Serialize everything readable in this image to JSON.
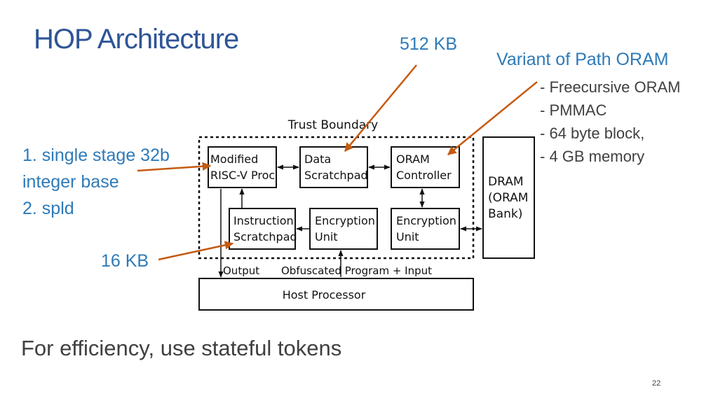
{
  "slide": {
    "title": "HOP Architecture",
    "page_number": "22",
    "footer_text": "For efficiency, use stateful tokens"
  },
  "annotations": {
    "dram_size": "512 KB",
    "instruction_size": "16 KB",
    "processor_notes": [
      "1. single stage 32b",
      "integer base",
      "2. spld"
    ],
    "oram_variant": "Variant of Path ORAM",
    "oram_details": [
      "- Freecursive ORAM",
      "- PMMAC",
      "- 64 byte block,",
      "- 4 GB memory"
    ]
  },
  "diagram": {
    "trust_boundary_label": "Trust Boundary",
    "blocks": {
      "risc_v": [
        "Modified",
        "RISC-V Proc"
      ],
      "data_scratchpad": [
        "Data",
        "Scratchpad"
      ],
      "oram_controller": [
        "ORAM",
        "Controller"
      ],
      "instruction_scratchpad": [
        "Instruction",
        "Scratchpad"
      ],
      "encryption_unit_1": [
        "Encryption",
        "Unit"
      ],
      "encryption_unit_2": [
        "Encryption",
        "Unit"
      ],
      "dram": [
        "DRAM",
        "(ORAM",
        "Bank)"
      ],
      "host": "Host Processor"
    },
    "bus_labels": {
      "output": "Output",
      "input": "Obfuscated Program + Input"
    }
  },
  "colors": {
    "title": "#2e5597",
    "note_blue": "#2e7ab8",
    "arrow": "#c55a11",
    "text_dark": "#404040"
  }
}
